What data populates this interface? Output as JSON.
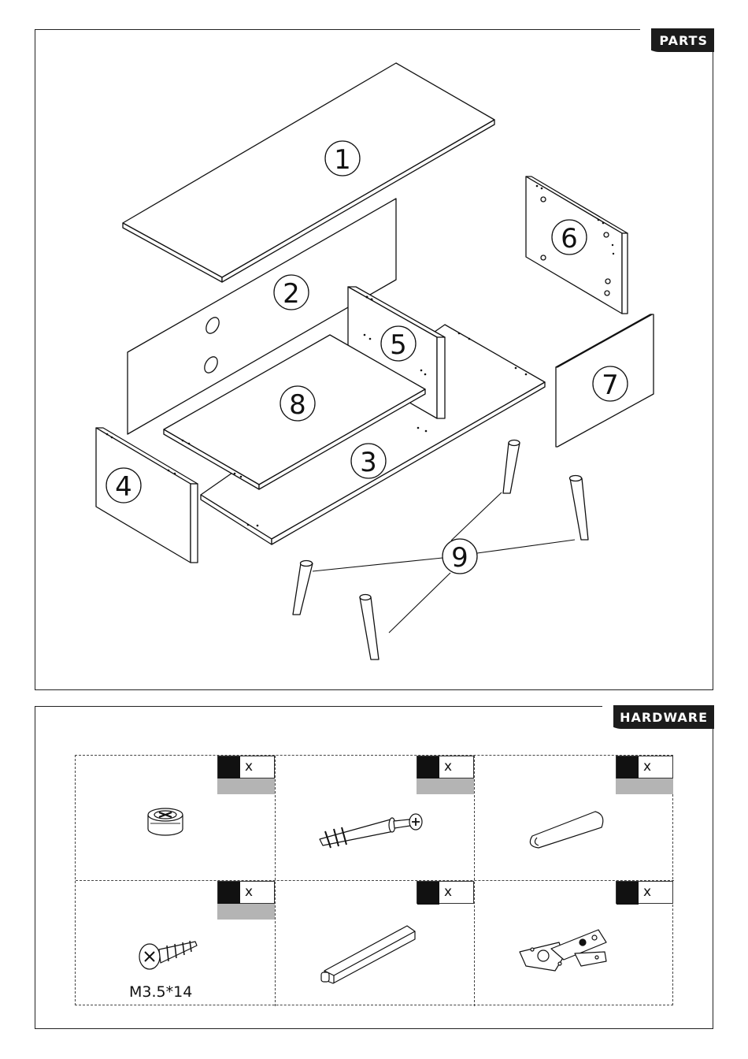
{
  "parts": {
    "tab_label": "PARTS",
    "callouts": [
      "1",
      "2",
      "3",
      "4",
      "5",
      "6",
      "7",
      "8",
      "9"
    ]
  },
  "hardware": {
    "tab_label": "HARDWARE",
    "items": [
      {
        "name": "cam-lock",
        "qty_prefix": "x",
        "has_gray": true
      },
      {
        "name": "cam-bolt-dowel",
        "qty_prefix": "x",
        "has_gray": true
      },
      {
        "name": "wooden-dowel",
        "qty_prefix": "x",
        "has_gray": true
      },
      {
        "name": "screw",
        "qty_prefix": "x",
        "has_gray": true,
        "label": "M3.5*14"
      },
      {
        "name": "door-damper",
        "qty_prefix": "x",
        "has_gray": false
      },
      {
        "name": "hinge",
        "qty_prefix": "x",
        "has_gray": false
      }
    ]
  }
}
